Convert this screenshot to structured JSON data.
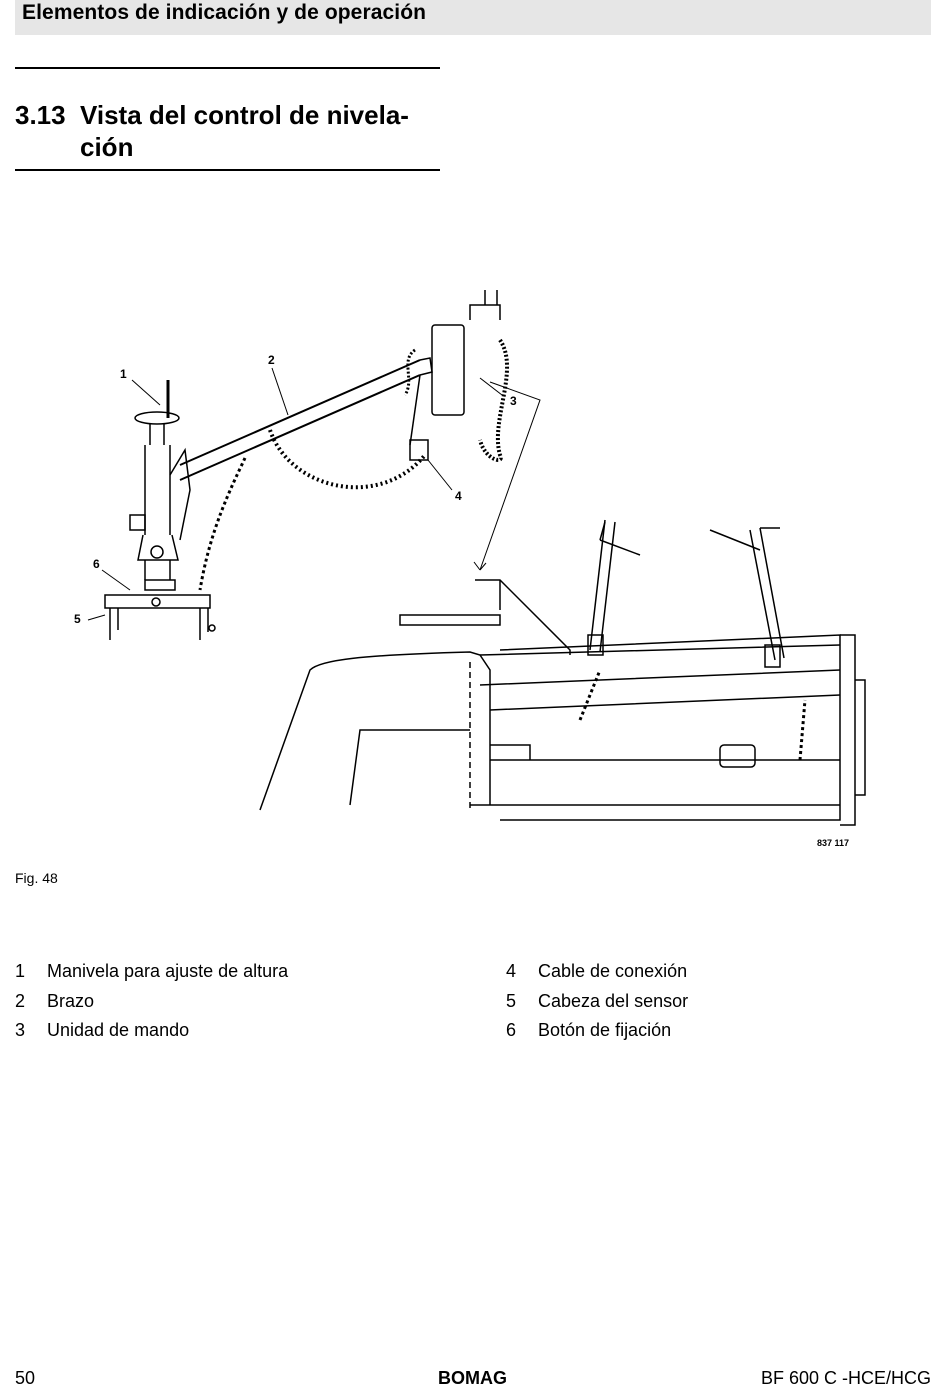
{
  "header": {
    "title": "Elementos de indicación y de operación"
  },
  "section": {
    "number": "3.13",
    "title": "Vista del control de nivela-ción"
  },
  "figure": {
    "callouts": [
      "1",
      "2",
      "3",
      "4",
      "5",
      "6"
    ],
    "drawing_number": "837 117",
    "caption": "Fig. 48"
  },
  "legend": [
    {
      "num": "1",
      "text": "Manivela para ajuste de altura"
    },
    {
      "num": "2",
      "text": "Brazo"
    },
    {
      "num": "3",
      "text": "Unidad de mando"
    },
    {
      "num": "4",
      "text": "Cable de conexión"
    },
    {
      "num": "5",
      "text": "Cabeza del sensor"
    },
    {
      "num": "6",
      "text": "Botón de fijación"
    }
  ],
  "footer": {
    "page": "50",
    "brand": "BOMAG",
    "model": "BF 600 C -HCE/HCG"
  }
}
